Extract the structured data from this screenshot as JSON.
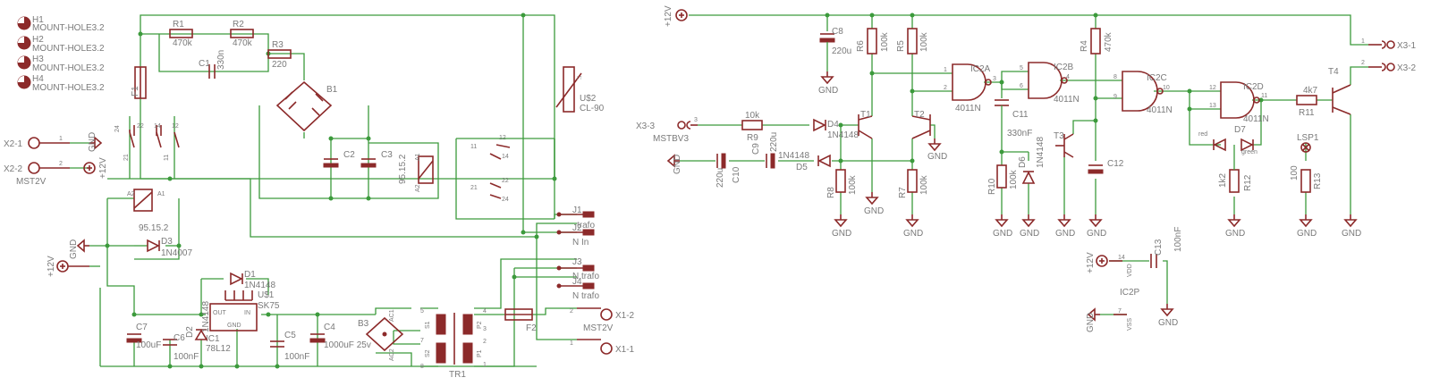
{
  "mount_holes": [
    {
      "ref": "H1",
      "value": "MOUNT-HOLE3.2"
    },
    {
      "ref": "H2",
      "value": "MOUNT-HOLE3.2"
    },
    {
      "ref": "H3",
      "value": "MOUNT-HOLE3.2"
    },
    {
      "ref": "H4",
      "value": "MOUNT-HOLE3.2"
    }
  ],
  "left": {
    "r1": {
      "ref": "R1",
      "value": "470k"
    },
    "r2": {
      "ref": "R2",
      "value": "470k"
    },
    "r3": {
      "ref": "R3",
      "value": "220"
    },
    "c1": {
      "ref": "C1",
      "value": "330n"
    },
    "f1": {
      "ref": "F1"
    },
    "b1": {
      "ref": "B1"
    },
    "c2": {
      "ref": "C2"
    },
    "c3": {
      "ref": "C3"
    },
    "relay2": {
      "value": "95.15.2",
      "pin_a1": "A1",
      "pin_a2": "A2"
    },
    "u2": {
      "ref": "U$2",
      "value": "CL-90"
    },
    "contacts_left": {
      "p24": "24",
      "p22": "22",
      "p14": "14",
      "p12": "12",
      "p21": "21",
      "p11": "11"
    },
    "contacts_right": {
      "p11": "11",
      "p12": "12",
      "p14": "14",
      "p21": "21",
      "p22": "22",
      "p24": "24"
    },
    "x2_1": {
      "ref": "X2-1",
      "pin": "1",
      "net": "GND"
    },
    "x2_2": {
      "ref": "X2-2",
      "pin": "2",
      "net": "+12V",
      "connector": "MST2V"
    },
    "relay1": {
      "value": "95.15.2",
      "pin_a1": "A1",
      "pin_a2": "A2"
    },
    "d3": {
      "ref": "D3",
      "value": "1N4007"
    },
    "gnd": "GND",
    "plus12": "+12V",
    "d1": {
      "ref": "D1",
      "value": "1N4148"
    },
    "u1": {
      "ref": "U$1",
      "value": "SK75"
    },
    "d2": {
      "ref": "D2",
      "value": "1N4148"
    },
    "ic1": {
      "ref": "IC1",
      "value": "78L12",
      "pin_out": "OUT",
      "pin_in": "IN",
      "pin_gnd": "GND"
    },
    "c7": {
      "ref": "C7",
      "value": "100uF"
    },
    "c6": {
      "ref": "C6",
      "value": "100nF"
    },
    "c5": {
      "ref": "C5",
      "value": "100nF"
    },
    "c4": {
      "ref": "C4",
      "value": "1000uF 25v"
    },
    "b3": {
      "ref": "B3",
      "pin_ac1": "AC1",
      "pin_ac2": "AC2"
    },
    "tr1": {
      "ref": "TR1",
      "s1": "S1",
      "s2": "S2",
      "p1": "P1",
      "p2": "P2",
      "n5": "5",
      "n7": "7",
      "n8": "8",
      "n4": "4",
      "n3": "3",
      "n2": "2",
      "n1": "1"
    },
    "f2": {
      "ref": "F2"
    },
    "j1": {
      "ref": "J1",
      "label": "trafo"
    },
    "j2": {
      "ref": "J2",
      "label": "N In"
    },
    "j3": {
      "ref": "J3",
      "label": "N trafo"
    },
    "j4": {
      "ref": "J4",
      "label": "N trafo"
    },
    "x1_2": {
      "ref": "X1-2",
      "pin": "2",
      "connector": "MST2V"
    },
    "x1_1": {
      "ref": "X1-1",
      "pin": "1"
    }
  },
  "right": {
    "plus12": "+12V",
    "gnd": "GND",
    "c8": {
      "ref": "C8",
      "value": "220u"
    },
    "r6": {
      "ref": "R6",
      "value": "100k"
    },
    "r5": {
      "ref": "R5",
      "value": "100k"
    },
    "r4": {
      "ref": "R4",
      "value": "470k"
    },
    "ic2a": {
      "ref": "IC2A",
      "value": "4011N",
      "in1": "1",
      "in2": "2",
      "out": "3"
    },
    "ic2b": {
      "ref": "IC2B",
      "value": "4011N",
      "in1": "5",
      "in2": "6",
      "out": "4"
    },
    "ic2c": {
      "ref": "IC2C",
      "value": "4011N",
      "in1": "8",
      "in2": "9",
      "out": "10"
    },
    "ic2d": {
      "ref": "IC2D",
      "value": "4011N",
      "in1": "12",
      "in2": "13",
      "out": "11"
    },
    "t4": {
      "ref": "T4"
    },
    "r11": {
      "ref": "R11",
      "value": "4k7"
    },
    "x3_1": {
      "ref": "X3-1",
      "pin": "1"
    },
    "x3_2": {
      "ref": "X3-2",
      "pin": "2"
    },
    "x3_3": {
      "ref": "X3-3",
      "pin": "3",
      "connector": "MSTBV3"
    },
    "r9": {
      "ref": "R9",
      "value": "10k"
    },
    "d4": {
      "ref": "D4",
      "value": "1N4148"
    },
    "t1": {
      "ref": "T1"
    },
    "t2": {
      "ref": "T2"
    },
    "t3": {
      "ref": "T3"
    },
    "c9": {
      "ref": "C9",
      "value": "220u"
    },
    "c10": {
      "ref": "C10",
      "value": "220u"
    },
    "d5": {
      "ref": "D5",
      "value": "1N4148"
    },
    "c11": {
      "ref": "C11",
      "value": "330nF"
    },
    "r8": {
      "ref": "R8",
      "value": "100k"
    },
    "r7": {
      "ref": "R7",
      "value": "100k"
    },
    "r10": {
      "ref": "R10",
      "value": "100k"
    },
    "d6": {
      "ref": "D6",
      "value": "1N4148"
    },
    "c12": {
      "ref": "C12"
    },
    "d7": {
      "ref": "D7",
      "red": "red",
      "green": "green"
    },
    "r12": {
      "ref": "R12",
      "value": "1k2"
    },
    "lsp1": {
      "ref": "LSP1"
    },
    "r13": {
      "ref": "R13",
      "value": "100"
    },
    "ic2p": {
      "ref": "IC2P",
      "vdd": "VDD",
      "vss": "VSS",
      "pin14": "14",
      "pin7": "7"
    },
    "c13": {
      "ref": "C13",
      "value": "100nF"
    }
  }
}
